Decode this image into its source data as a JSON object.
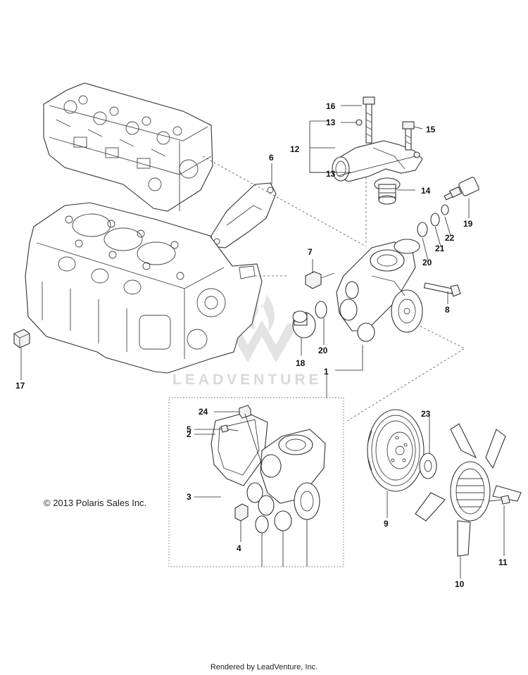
{
  "callouts": [
    "16",
    "13",
    "15",
    "12",
    "13",
    "6",
    "14",
    "19",
    "22",
    "21",
    "20",
    "7",
    "8",
    "20",
    "18",
    "17",
    "1",
    "24",
    "5",
    "2",
    "3",
    "4",
    "23",
    "9",
    "11",
    "10"
  ],
  "watermark": "LEADVENTURE",
  "copyright": "© 2013 Polaris Sales Inc.",
  "footer": "Rendered by LeadVenture, Inc."
}
